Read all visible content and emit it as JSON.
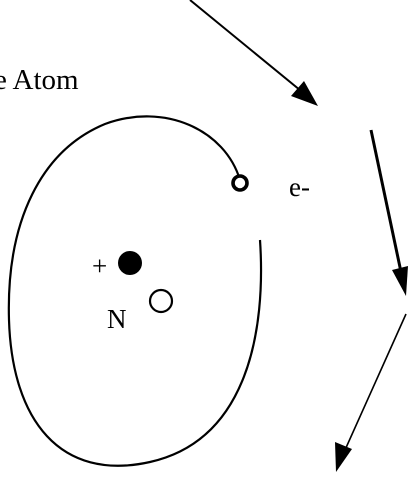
{
  "title": "e Atom",
  "labels": {
    "electron": "e-",
    "plus": "+",
    "neutron": "N"
  },
  "colors": {
    "ink": "#000000",
    "background": "#ffffff"
  }
}
